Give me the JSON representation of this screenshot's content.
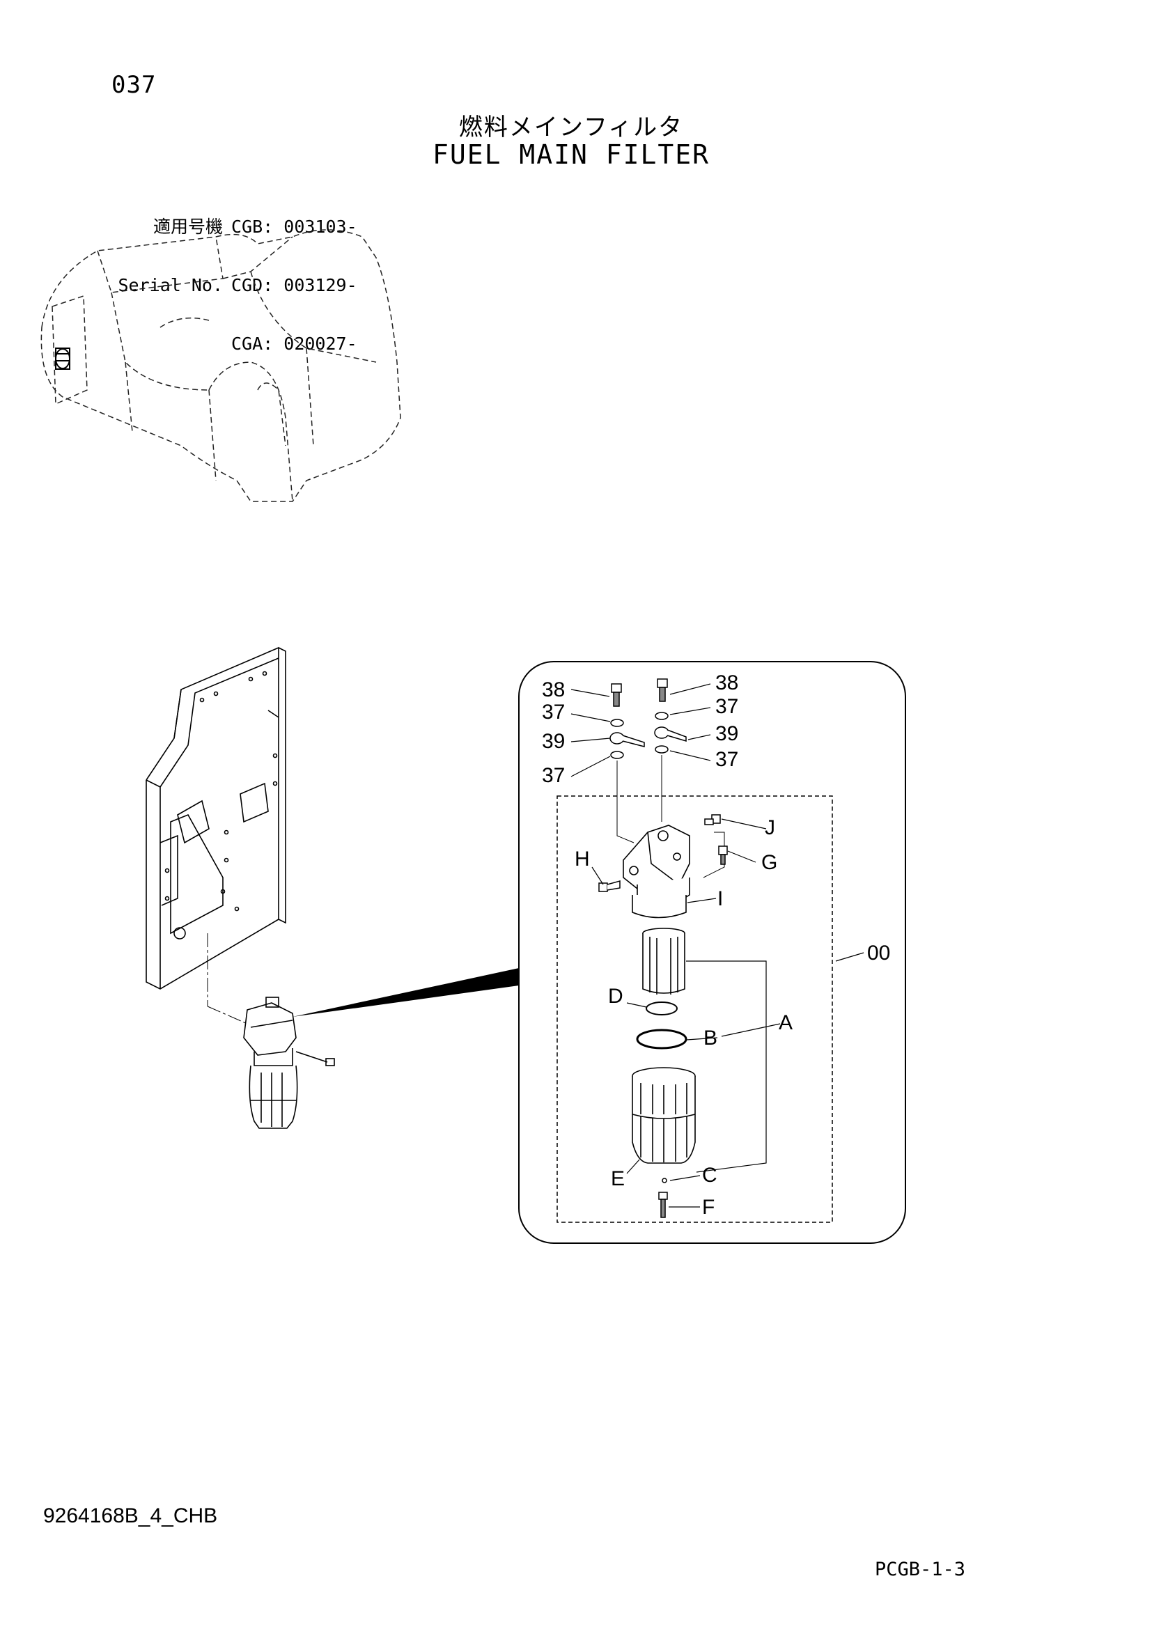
{
  "header": {
    "page_number": "037",
    "title_ja": "燃料メインフィルタ",
    "title_en": "FUEL MAIN FILTER"
  },
  "serial": {
    "label_ja": "適用号機",
    "label_en": "Serial No.",
    "entries": [
      {
        "code": "CGB:",
        "value": "003103-"
      },
      {
        "code": "CGD:",
        "value": "003129-"
      },
      {
        "code": "CGA:",
        "value": "020027-"
      }
    ]
  },
  "callouts": {
    "bolt_left": "38",
    "bolt_right": "38",
    "washer_left_top": "37",
    "washer_right_top": "37",
    "banjo_left": "39",
    "banjo_right": "39",
    "washer_left_bottom": "37",
    "washer_right_bottom": "37",
    "j": "J",
    "h": "H",
    "g": "G",
    "i": "I",
    "assembly": "00",
    "d": "D",
    "b": "B",
    "a": "A",
    "e": "E",
    "c": "C",
    "f": "F"
  },
  "footer": {
    "doc_number": "9264168B_4_CHB",
    "page_code": "PCGB-1-3"
  }
}
